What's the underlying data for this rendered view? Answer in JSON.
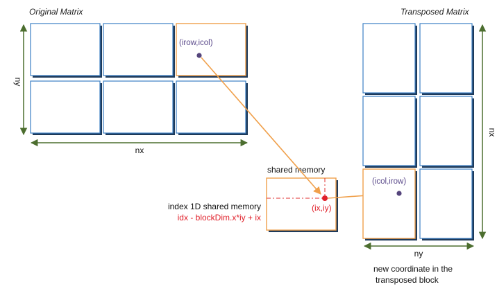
{
  "original_matrix": {
    "title": "Original Matrix",
    "x_label": "nx",
    "y_label": "ny",
    "point_label": "(irow,icol)"
  },
  "transposed_matrix": {
    "title": "Transposed Matrix",
    "x_label": "ny",
    "y_label": "nx",
    "point_label": "(icol,irow)",
    "caption_line1": "new coordinate in the",
    "caption_line2": "transposed block"
  },
  "shared_memory": {
    "title": "shared memory",
    "point_label": "(ix,iy)",
    "index_label": "index 1D shared memory",
    "index_formula": "idx - blockDim.x*iy + ix"
  },
  "colors": {
    "block_border": "#3b7fc4",
    "block_shadow": "#1e3a5a",
    "highlight": "#f0a04b",
    "axis_arrow": "#4c6e2f",
    "dashed_line": "#e03030",
    "purple_dot": "#55457c",
    "red_dot": "#e0202a"
  }
}
